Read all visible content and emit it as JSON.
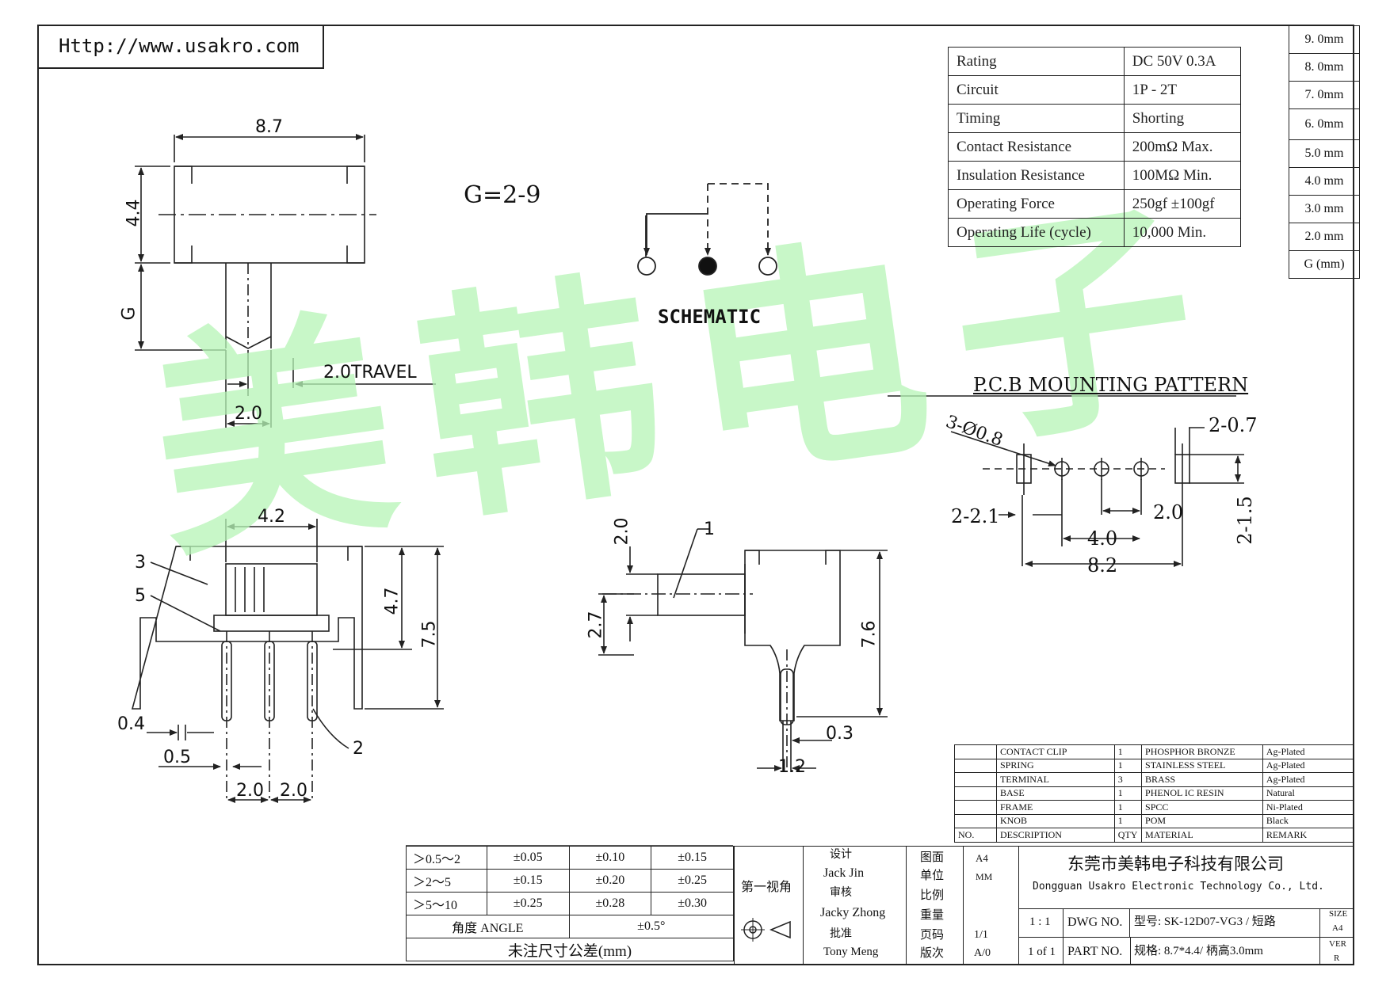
{
  "url": "Http://www.usakro.com",
  "watermark": "美韩电子",
  "g_note": "G=2-9",
  "schematic_label": "SCHEMATIC",
  "pcb_title": "P.C.B MOUNTING PATTERN",
  "dims": {
    "top_width": "8.7",
    "top_height": "4.4",
    "g": "G",
    "travel": "2.0TRAVEL",
    "lever_width": "2.0",
    "front_4_2": "4.2",
    "front_4_7": "4.7",
    "front_7_5": "7.5",
    "front_0_4": "0.4",
    "front_0_5": "0.5",
    "front_pitch_a": "2.0",
    "front_pitch_b": "2.0",
    "side_2_0": "2.0",
    "side_2_7": "2.7",
    "side_7_6": "7.6",
    "side_0_3": "0.3",
    "side_1_2": "1.2",
    "pcb_holes": "3-Ø0.8",
    "pcb_slot": "2-0.7",
    "pcb_2_2_1": "2-2.1",
    "pcb_2_0": "2.0",
    "pcb_4_0": "4.0",
    "pcb_8_2": "8.2",
    "pcb_2_1_5": "2-1.5"
  },
  "callouts": [
    "1",
    "2",
    "3",
    "5"
  ],
  "spec_table": [
    {
      "label": "Rating",
      "value": "DC 50V  0.3A"
    },
    {
      "label": "Circuit",
      "value": "1P - 2T"
    },
    {
      "label": "Timing",
      "value": "Shorting"
    },
    {
      "label": "Contact Resistance",
      "value": "200mΩ Max."
    },
    {
      "label": "Insulation Resistance",
      "value": "100MΩ Min."
    },
    {
      "label": "Operating Force",
      "value": "250gf ±100gf"
    },
    {
      "label": "Operating Life (cycle)",
      "value": "10,000 Min."
    }
  ],
  "size_list": [
    "9. 0mm",
    "8. 0mm",
    "7. 0mm",
    "6. 0mm",
    "5.0 mm",
    "4.0 mm",
    "3.0 mm",
    "2.0 mm",
    "G (mm)"
  ],
  "bom": {
    "rows": [
      {
        "desc": "CONTACT CLIP",
        "qty": "1",
        "material": "PHOSPHOR BRONZE",
        "remark": "Ag-Plated"
      },
      {
        "desc": "SPRING",
        "qty": "1",
        "material": "STAINLESS STEEL",
        "remark": "Ag-Plated"
      },
      {
        "desc": "TERMINAL",
        "qty": "3",
        "material": "BRASS",
        "remark": "Ag-Plated"
      },
      {
        "desc": "BASE",
        "qty": "1",
        "material": "PHENOL IC RESIN",
        "remark": "Natural"
      },
      {
        "desc": "FRAME",
        "qty": "1",
        "material": "SPCC",
        "remark": "Ni-Plated"
      },
      {
        "desc": "KNOB",
        "qty": "1",
        "material": "POM",
        "remark": "Black"
      }
    ],
    "header": {
      "no": "NO.",
      "desc": "DESCRIPTION",
      "qty": "QTY",
      "material": "MATERIAL",
      "remark": "REMARK"
    }
  },
  "tolerance": {
    "rows": [
      [
        "＞0.5～2",
        "±0.05",
        "±0.10",
        "±0.15"
      ],
      [
        "＞2～5",
        "±0.15",
        "±0.20",
        "±0.25"
      ],
      [
        "＞5～10",
        "±0.25",
        "±0.28",
        "±0.30"
      ]
    ],
    "angle_label": "角度 ANGLE",
    "angle_value": "±0.5°",
    "footer": "未注尺寸公差(mm)"
  },
  "title_block": {
    "projection": "第一视角",
    "design_label": "设计",
    "design_name": "Jack Jin",
    "check_label": "审核",
    "check_name": "Jacky Zhong",
    "approve_label": "批准",
    "approve_name": "Tony Meng",
    "paper_label": "图面",
    "paper_value": "A4",
    "unit_label": "单位",
    "unit_value": "MM",
    "scale_label": "比例",
    "weight_label": "重量",
    "page_label": "页码",
    "page_value": "1/1",
    "version_label": "版次",
    "version_value": "A/0",
    "company_cn": "东莞市美韩电子科技有限公司",
    "company_en": "Dongguan Usakro Electronic Technology Co., Ltd.",
    "scale": "1 : 1",
    "dwg_label": "DWG NO.",
    "model": "型号: SK-12D07-VG3  / 短路",
    "of": "1 of 1",
    "part_label": "PART NO.",
    "spec": "规格: 8.7*4.4/ 柄高3.0mm",
    "size_label": "SIZE",
    "size_value": "A4",
    "ver_label": "VER",
    "ver_value": "R"
  }
}
